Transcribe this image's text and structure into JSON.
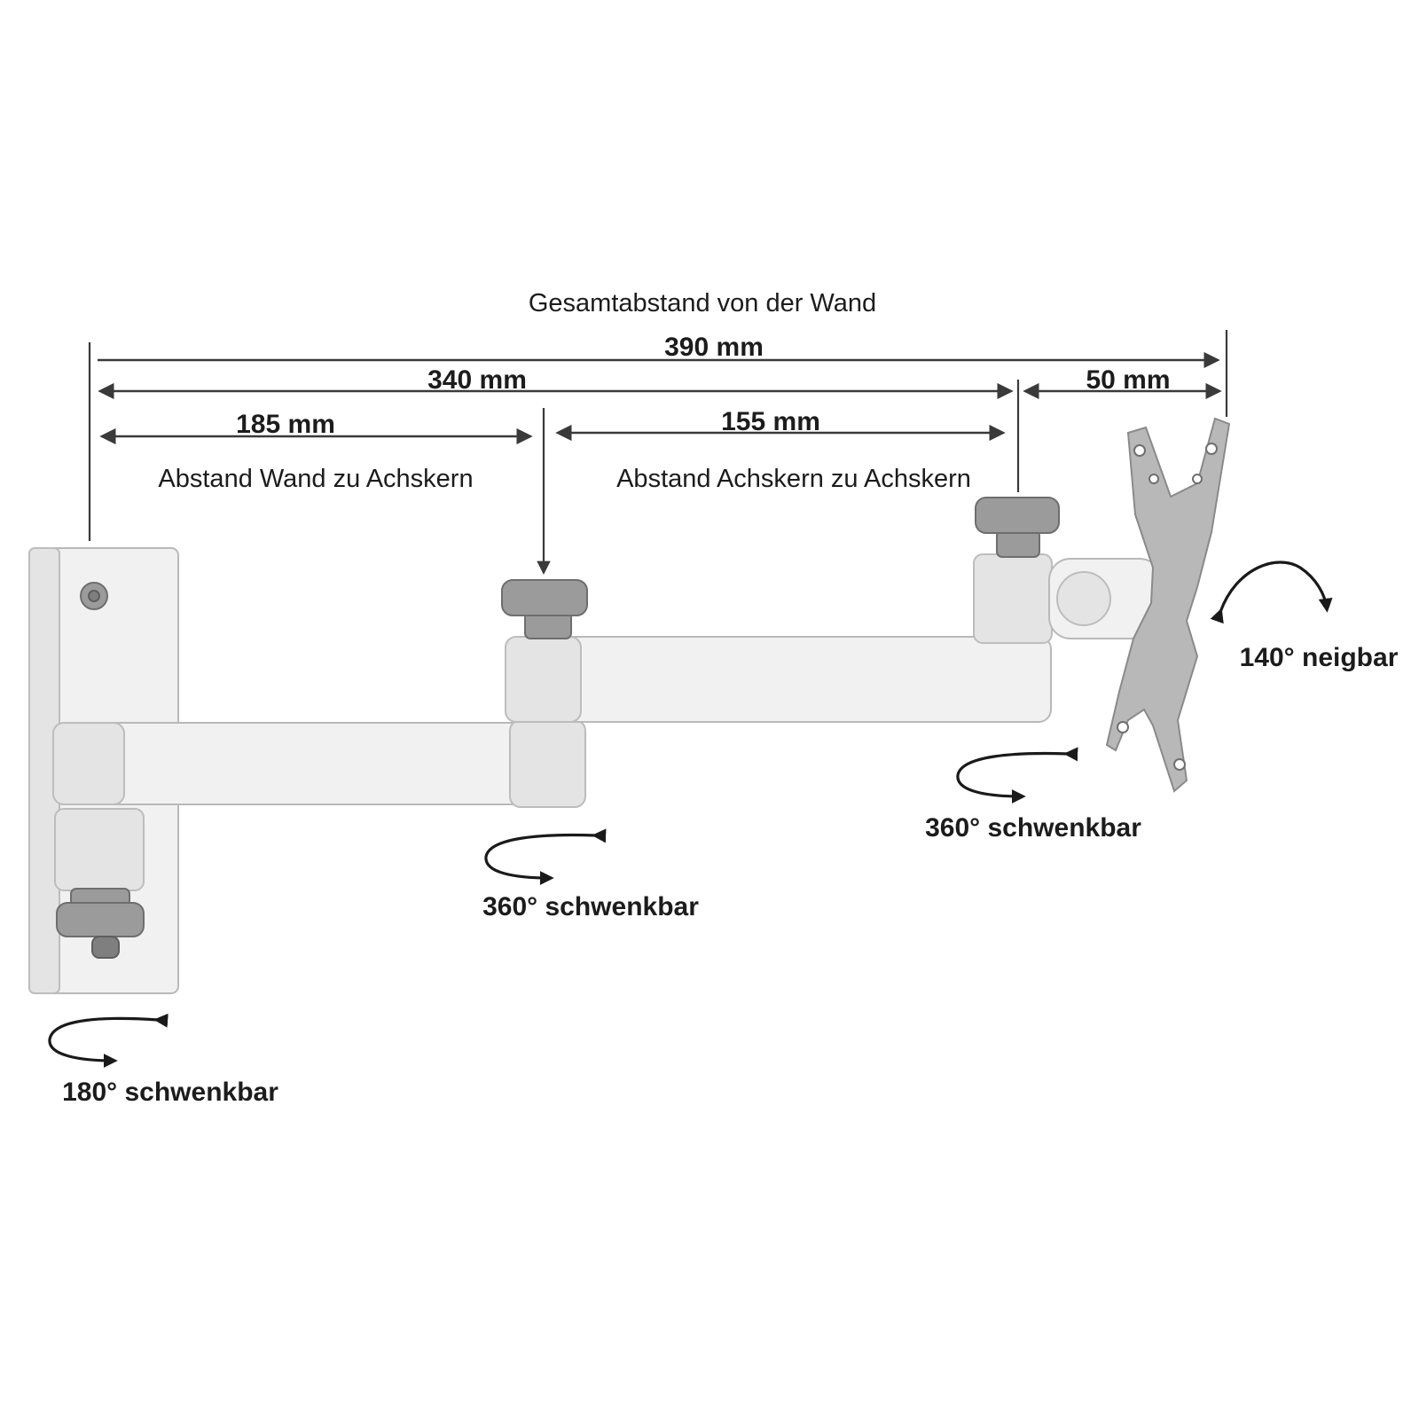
{
  "dimensions": {
    "total_caption": "Gesamtabstand von der Wand",
    "total": "390 mm",
    "to_second_axis": "340 mm",
    "head_offset": "50 mm",
    "wall_to_axis": "185 mm",
    "axis_to_axis": "155 mm",
    "wall_to_axis_caption": "Abstand Wand zu Achskern",
    "axis_to_axis_caption": "Abstand Achskern zu Achskern"
  },
  "movements": {
    "wall_swivel": "180° schwenkbar",
    "middle_swivel": "360° schwenkbar",
    "head_swivel": "360° schwenkbar",
    "tilt": "140° neigbar"
  },
  "colors": {
    "line": "#3a3a3a",
    "text": "#1c1c1c",
    "bracket_body": "#f1f1f1",
    "knob": "#9b9b9b",
    "vesa_plate": "#b8b8b8"
  }
}
